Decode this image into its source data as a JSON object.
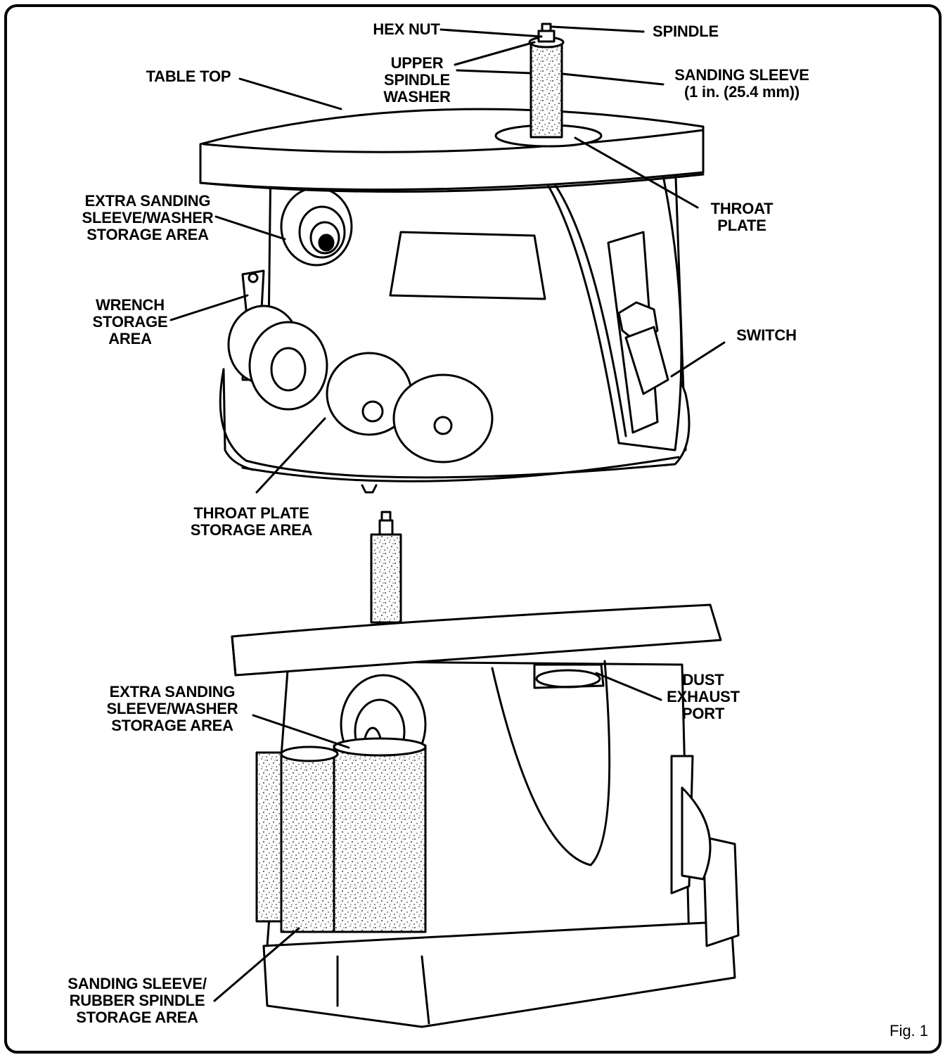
{
  "figure_label": "Fig. 1",
  "labels": {
    "hex_nut": "HEX NUT",
    "spindle": "SPINDLE",
    "upper_spindle_washer": "UPPER\nSPINDLE\nWASHER",
    "sanding_sleeve": "SANDING SLEEVE\n(1 in. (25.4 mm))",
    "table_top": "TABLE TOP",
    "throat_plate": "THROAT\nPLATE",
    "extra_storage_top": "EXTRA SANDING\nSLEEVE/WASHER\nSTORAGE AREA",
    "wrench_storage": "WRENCH\nSTORAGE\nAREA",
    "switch": "SWITCH",
    "throat_plate_storage": "THROAT PLATE\nSTORAGE AREA",
    "extra_storage_bottom": "EXTRA SANDING\nSLEEVE/WASHER\nSTORAGE AREA",
    "dust_exhaust_port": "DUST\nEXHAUST\nPORT",
    "sleeve_spindle_storage": "SANDING SLEEVE/\nRUBBER SPINDLE\nSTORAGE AREA"
  }
}
